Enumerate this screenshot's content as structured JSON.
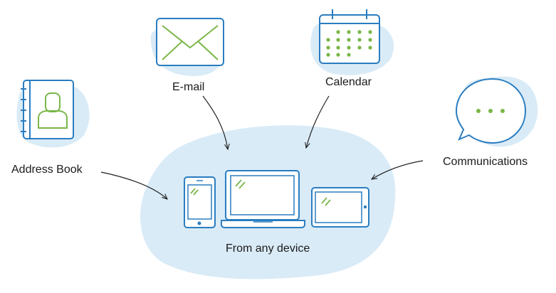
{
  "labels": {
    "address_book": "Address Book",
    "email": "E-mail",
    "calendar": "Calendar",
    "communications": "Communications",
    "devices": "From any device"
  },
  "colors": {
    "blob": "#d9ebf7",
    "outline": "#2a7dc0",
    "accent": "#7ab648",
    "arrow": "#222222"
  },
  "icons": {
    "address_book": "address-book-icon",
    "email": "envelope-icon",
    "calendar": "calendar-icon",
    "communications": "chat-bubble-icon",
    "phone": "phone-icon",
    "laptop": "laptop-icon",
    "tablet": "tablet-icon"
  }
}
